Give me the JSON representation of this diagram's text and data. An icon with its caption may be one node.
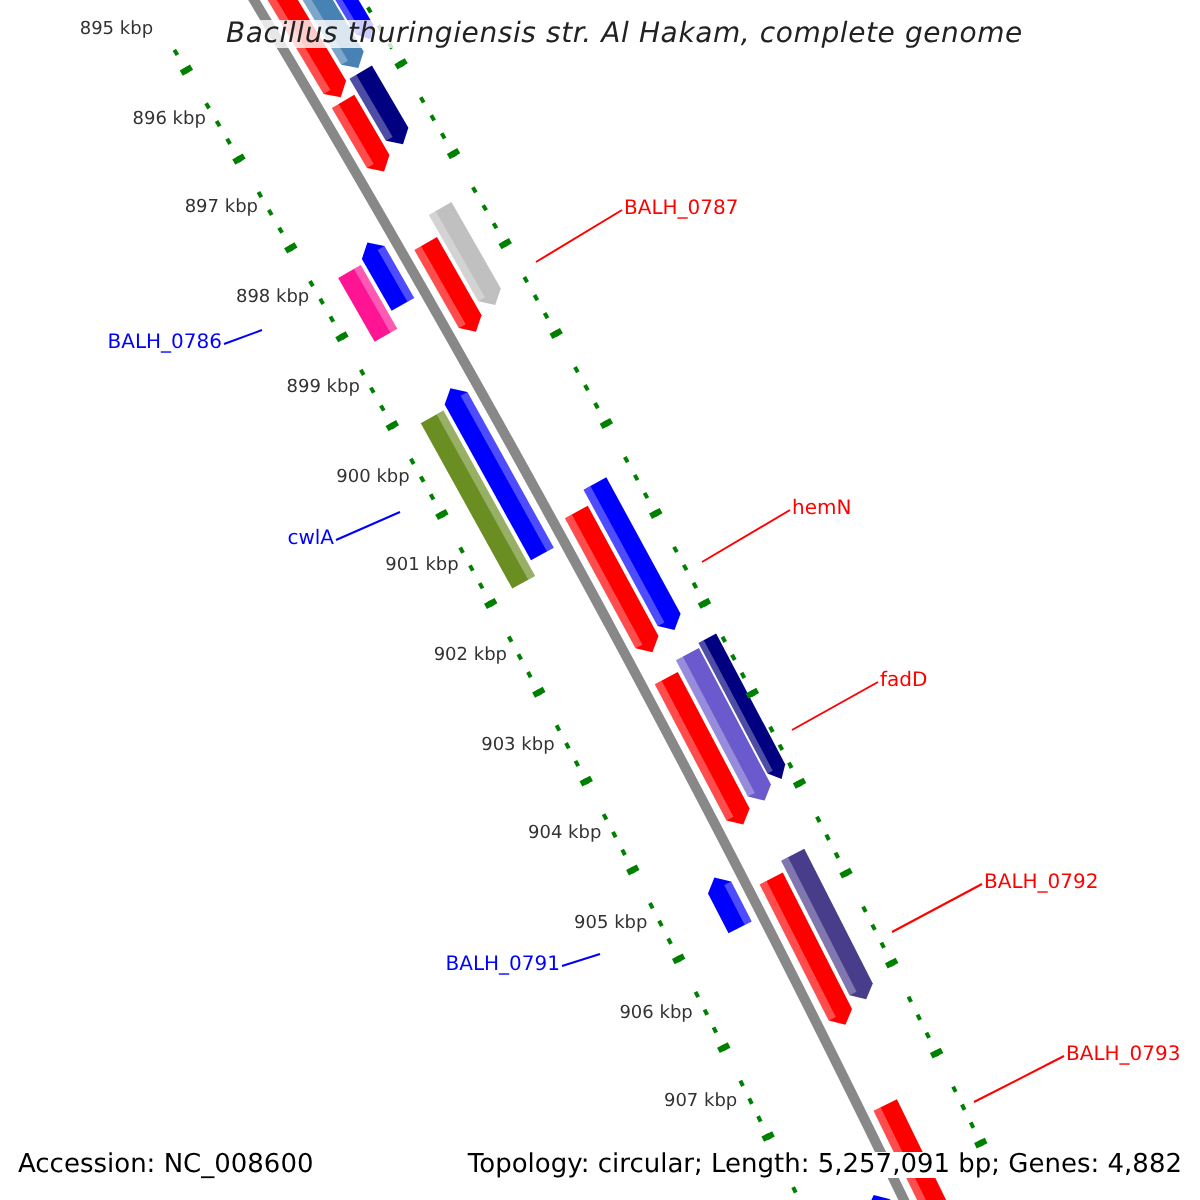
{
  "diagram": {
    "title": "Bacillus thuringiensis str. Al Hakam, complete genome",
    "nodes": [
      {
        "text": [
          "BALH_0787"
        ]
      },
      {
        "text": [
          "BALH_0786"
        ]
      },
      {
        "text": [
          "cwlA"
        ]
      },
      {
        "text": [
          "hemN"
        ]
      },
      {
        "text": [
          "fadD"
        ]
      },
      {
        "text": [
          "BALH_0792"
        ]
      },
      {
        "text": [
          "BALH_0791"
        ]
      },
      {
        "text": [
          "BALH_0793"
        ]
      }
    ],
    "edges": [
      {
        "from": 0,
        "to": null,
        "arrow": "none",
        "color": "#ff0000"
      },
      {
        "from": 1,
        "to": null,
        "arrow": "none",
        "color": "#0000ff"
      },
      {
        "from": 2,
        "to": null,
        "arrow": "none",
        "color": "#0000ff"
      },
      {
        "from": 3,
        "to": null,
        "arrow": "none",
        "color": "#ff0000"
      },
      {
        "from": 4,
        "to": null,
        "arrow": "none",
        "color": "#ff0000"
      },
      {
        "from": 5,
        "to": null,
        "arrow": "none",
        "color": "#ff0000"
      },
      {
        "from": 6,
        "to": null,
        "arrow": "none",
        "color": "#0000ff"
      },
      {
        "from": 7,
        "to": null,
        "arrow": "none",
        "color": "#ff0000"
      }
    ],
    "labels": [
      "895 kbp",
      "896 kbp",
      "897 kbp",
      "898 kbp",
      "899 kbp",
      "900 kbp",
      "901 kbp",
      "902 kbp",
      "903 kbp",
      "904 kbp",
      "905 kbp",
      "906 kbp",
      "907 kbp",
      "Accession: NC_008600",
      "Topology: circular; Length: 5,257,091 bp; Genes: 4,882"
    ]
  }
}
